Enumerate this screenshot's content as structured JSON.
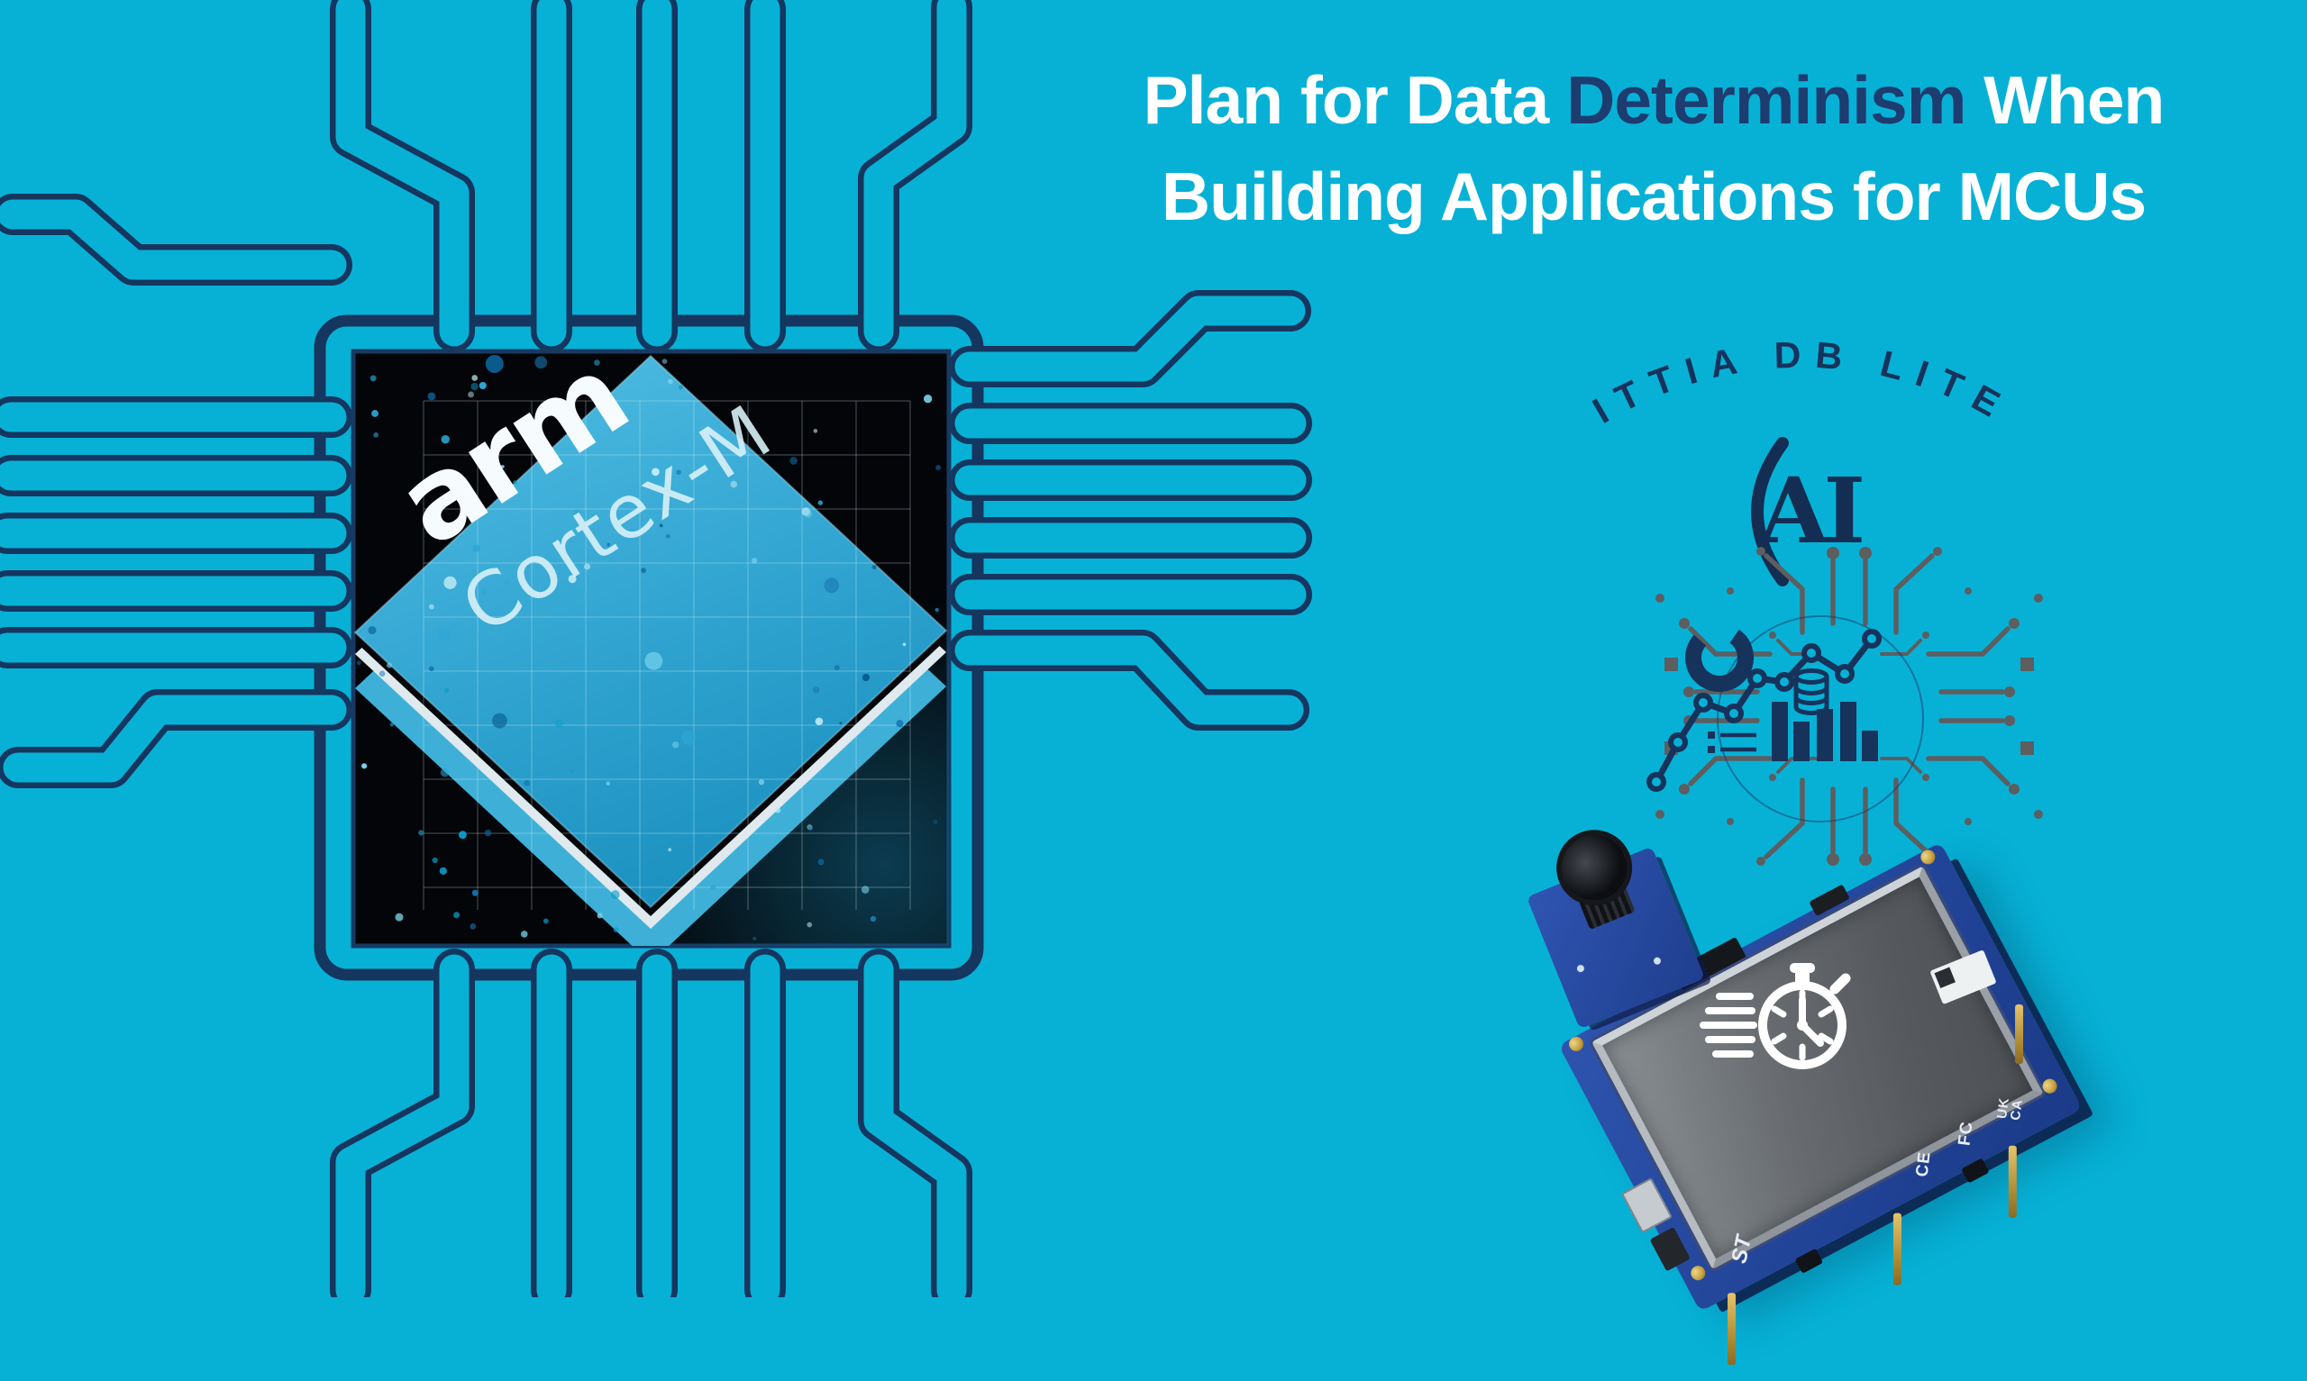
{
  "banner": {
    "title": {
      "parts": [
        {
          "text": "Plan for Data ",
          "emphasis": false
        },
        {
          "text": "Determinism",
          "emphasis": true
        },
        {
          "text": " When",
          "emphasis": false
        }
      ],
      "line2": "Building Applications for MCUs"
    },
    "brand": {
      "arc_text": "ITTIA DB LITE",
      "monogram": "AI"
    },
    "chip": {
      "logo": "arm",
      "model": "Cortex-M"
    },
    "board": {
      "markings": [
        "CE",
        "FC",
        "UK CA"
      ],
      "vendor_logo": "ST"
    },
    "icons": [
      "cpu-chip-outline",
      "arm-cortex-m-chip-image",
      "ittia-db-lite-arc-text",
      "ai-monogram",
      "circuit-board-logo",
      "donut-chart-icon",
      "line-chart-icon",
      "database-icon",
      "bar-chart-icon",
      "list-icon",
      "dev-board-photo",
      "camera-module",
      "lcd-screen",
      "stopwatch-icon",
      "speed-lines"
    ],
    "colors": {
      "background": "#07b1d6",
      "trace_navy": "#14365f",
      "title_white": "#ffffff",
      "title_navy": "#1d3c6f",
      "logo_navy": "#16335c",
      "circuit_gray": "#5d5e60",
      "chip_black": "#030508",
      "chip_diamond_blue": "#3aaed8",
      "pcb_blue": "#24479c",
      "screen_gray": "#5f6468",
      "bezel_silver": "#b9bec3",
      "gold": "#c9a23f",
      "stopwatch_white": "#ffffff"
    }
  }
}
